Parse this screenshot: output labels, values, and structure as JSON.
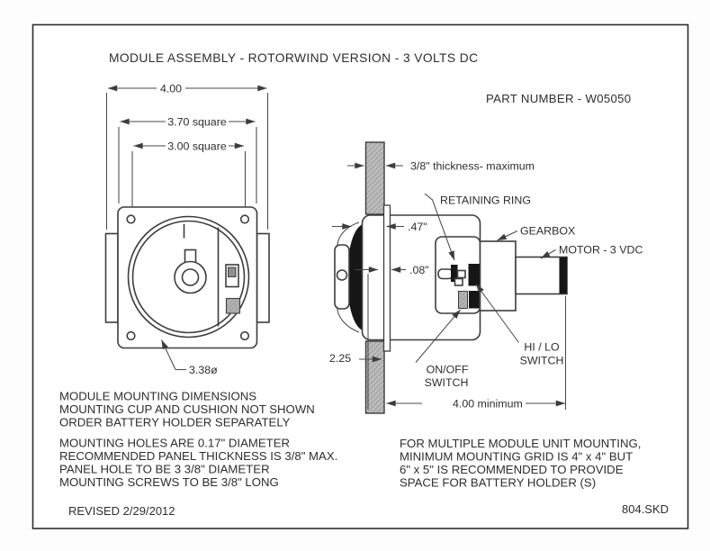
{
  "page": {
    "title": "MODULE ASSEMBLY - ROTORWIND VERSION - 3 VOLTS DC",
    "part_number": "PART NUMBER - W05050",
    "revised": "REVISED 2/29/2012",
    "doc_ref": "804.SKD"
  },
  "front_view": {
    "dims": {
      "overall_width": "4.00",
      "outer_square": "3.70 square",
      "inner_square": "3.00 square",
      "dial_diameter": "3.38ø"
    }
  },
  "side_view": {
    "labels": {
      "panel_thickness": "3/8\" thickness- maximum",
      "retaining_ring": "RETAINING RING",
      "gearbox": "GEARBOX",
      "motor": "MOTOR - 3 VDC",
      "hi_lo_line1": "HI / LO",
      "hi_lo_line2": "SWITCH",
      "on_off_line1": "ON/OFF",
      "on_off_line2": "SWITCH"
    },
    "dims": {
      "front_protrusion": ".47\"",
      "plate_thickness": ".08\"",
      "depth_below": "2.25",
      "rear_clearance": "4.00 minimum"
    }
  },
  "notes": {
    "block1": [
      "MODULE  MOUNTING DIMENSIONS",
      "MOUNTING CUP AND CUSHION NOT SHOWN",
      "ORDER BATTERY HOLDER SEPARATELY"
    ],
    "block2": [
      "MOUNTING HOLES ARE 0.17\" DIAMETER",
      "RECOMMENDED PANEL THICKNESS IS 3/8\" MAX.",
      "PANEL HOLE TO BE 3 3/8\" DIAMETER",
      "MOUNTING SCREWS TO BE 3/8\" LONG"
    ],
    "block3": [
      "FOR MULTIPLE MODULE UNIT MOUNTING,",
      "MINIMUM MOUNTING GRID IS 4\" x 4\" BUT",
      "6\" x  5\"  IS RECOMMENDED TO PROVIDE",
      "SPACE FOR BATTERY HOLDER (S)"
    ]
  },
  "colors": {
    "line": "#3d3d3d",
    "text": "#2e2e2e",
    "panel_hatch_fill": "#bcbcbc",
    "black_fill": "#161616",
    "paper": "#ffffff"
  }
}
